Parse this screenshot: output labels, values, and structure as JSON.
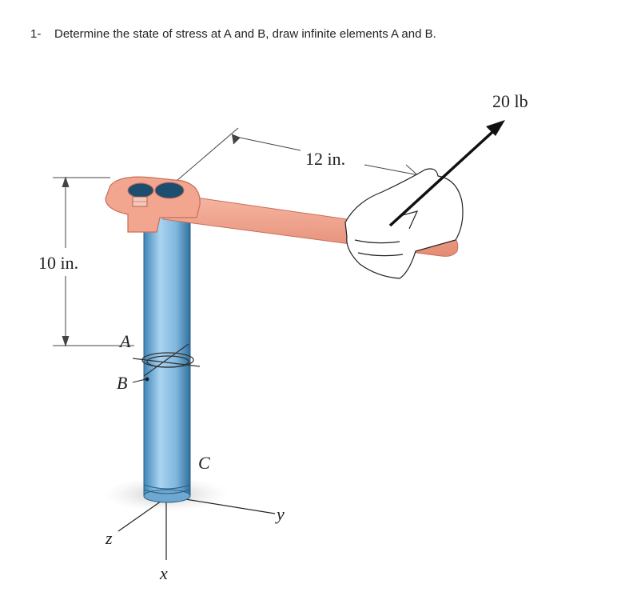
{
  "problem": {
    "number": "1-",
    "statement": "Determine the state of stress at A and B, draw infinite elements A and B."
  },
  "figure": {
    "force_label": "20 lb",
    "horizontal_dim_label": "12 in.",
    "vertical_dim_label": "10 in.",
    "point_a": "A",
    "point_b": "B",
    "point_c": "C",
    "axis_x": "x",
    "axis_y": "y",
    "axis_z": "z",
    "colors": {
      "wrench": "#f0a08a",
      "wrench_dark": "#d9806a",
      "pipe": "#8ec3e6",
      "pipe_dark": "#3f86b8",
      "hand": "#ffffff"
    }
  }
}
